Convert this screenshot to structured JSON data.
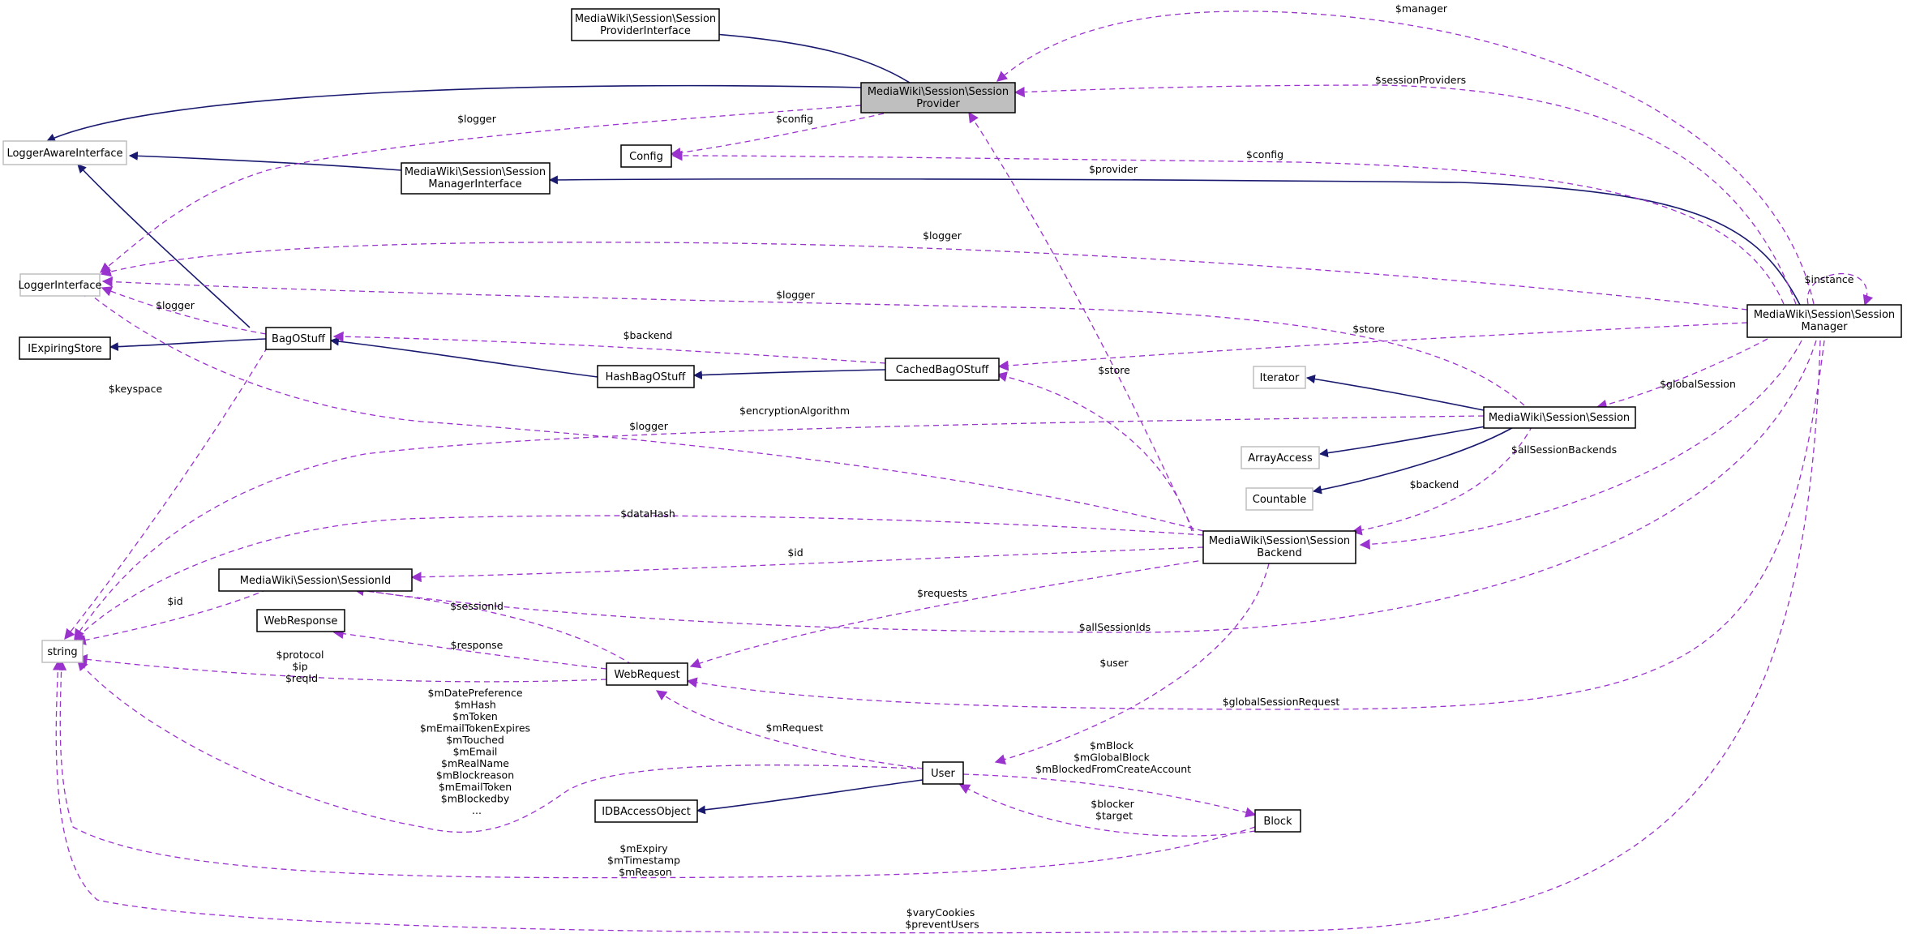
{
  "colors": {
    "inheritance": "#191970",
    "association": "#9a32cd",
    "current_node_fill": "#bfbfbf",
    "external_border": "#bfbfbf"
  },
  "nodes": {
    "session_provider": {
      "lines": [
        "MediaWiki\\Session\\Session",
        "Provider"
      ]
    },
    "session_provider_interface": {
      "lines": [
        "MediaWiki\\Session\\Session",
        "ProviderInterface"
      ]
    },
    "logger_aware_interface": {
      "lines": [
        "LoggerAwareInterface"
      ]
    },
    "config": {
      "lines": [
        "Config"
      ]
    },
    "session_manager_interface": {
      "lines": [
        "MediaWiki\\Session\\Session",
        "ManagerInterface"
      ]
    },
    "logger_interface": {
      "lines": [
        "LoggerInterface"
      ]
    },
    "bagostuff": {
      "lines": [
        "BagOStuff"
      ]
    },
    "iexpiring_store": {
      "lines": [
        "IExpiringStore"
      ]
    },
    "hashbagostuff": {
      "lines": [
        "HashBagOStuff"
      ]
    },
    "cachedbagostuff": {
      "lines": [
        "CachedBagOStuff"
      ]
    },
    "session_manager": {
      "lines": [
        "MediaWiki\\Session\\Session",
        "Manager"
      ]
    },
    "iterator": {
      "lines": [
        "Iterator"
      ]
    },
    "session": {
      "lines": [
        "MediaWiki\\Session\\Session"
      ]
    },
    "arrayaccess": {
      "lines": [
        "ArrayAccess"
      ]
    },
    "countable": {
      "lines": [
        "Countable"
      ]
    },
    "session_backend": {
      "lines": [
        "MediaWiki\\Session\\Session",
        "Backend"
      ]
    },
    "session_id": {
      "lines": [
        "MediaWiki\\Session\\SessionId"
      ]
    },
    "webresponse": {
      "lines": [
        "WebResponse"
      ]
    },
    "string": {
      "lines": [
        "string"
      ]
    },
    "webrequest": {
      "lines": [
        "WebRequest"
      ]
    },
    "user": {
      "lines": [
        "User"
      ]
    },
    "idbaccessobject": {
      "lines": [
        "IDBAccessObject"
      ]
    },
    "block": {
      "lines": [
        "Block"
      ]
    }
  },
  "edge_labels": {
    "manager": [
      "$manager"
    ],
    "session_providers": [
      "$sessionProviders"
    ],
    "logger_provider": [
      "$logger"
    ],
    "config_provider": [
      "$config"
    ],
    "config_manager": [
      "$config"
    ],
    "provider": [
      "$provider"
    ],
    "logger_manager": [
      "$logger"
    ],
    "instance": [
      "$instance"
    ],
    "logger_bag": [
      "$logger"
    ],
    "logger_session": [
      "$logger"
    ],
    "backend_cached": [
      "$backend"
    ],
    "store_manager": [
      "$store"
    ],
    "store_backend": [
      "$store"
    ],
    "global_session": [
      "$globalSession"
    ],
    "keyspace": [
      "$keyspace"
    ],
    "encryption_algorithm": [
      "$encryptionAlgorithm"
    ],
    "logger_backend": [
      "$logger"
    ],
    "all_session_backends": [
      "$allSessionBackends"
    ],
    "backend_session": [
      "$backend"
    ],
    "data_hash": [
      "$dataHash"
    ],
    "id_backend": [
      "$id"
    ],
    "id_sessionid": [
      "$id"
    ],
    "session_id_request": [
      "$sessionId"
    ],
    "requests": [
      "$requests"
    ],
    "all_session_ids": [
      "$allSessionIds"
    ],
    "response": [
      "$response"
    ],
    "protocol_ip_reqid": [
      "$protocol",
      "$ip",
      "$reqId"
    ],
    "user_backend": [
      "$user"
    ],
    "global_session_request": [
      "$globalSessionRequest"
    ],
    "m_request": [
      "$mRequest"
    ],
    "user_strings": [
      "$mDatePreference",
      "$mHash",
      "$mToken",
      "$mEmailTokenExpires",
      "$mTouched",
      "$mEmail",
      "$mRealName",
      "$mBlockreason",
      "$mEmailToken",
      "$mBlockedby",
      "..."
    ],
    "user_block": [
      "$mBlock",
      "$mGlobalBlock",
      "$mBlockedFromCreateAccount"
    ],
    "blocker_target": [
      "$blocker",
      "$target"
    ],
    "block_strings": [
      "$mExpiry",
      "$mTimestamp",
      "$mReason"
    ],
    "vary_cookies": [
      "$varyCookies",
      "$preventUsers"
    ]
  }
}
